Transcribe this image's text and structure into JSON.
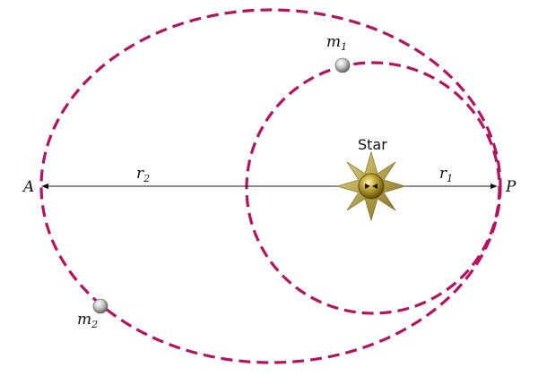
{
  "labels": {
    "star": "Star",
    "aphelion": "A",
    "perihelion": "P",
    "r2": {
      "main": "r",
      "sub": "2"
    },
    "r1": {
      "main": "r",
      "sub": "1"
    },
    "m1": {
      "main": "m",
      "sub": "1"
    },
    "m2": {
      "main": "m",
      "sub": "2"
    }
  },
  "icons": {
    "star": "star-icon",
    "planet": "planet-icon"
  },
  "colors": {
    "orbit": "#b5135f",
    "star_body": "#a08a1e",
    "star_spikes": "#b9a645",
    "planet": "#b8b8b8"
  }
}
